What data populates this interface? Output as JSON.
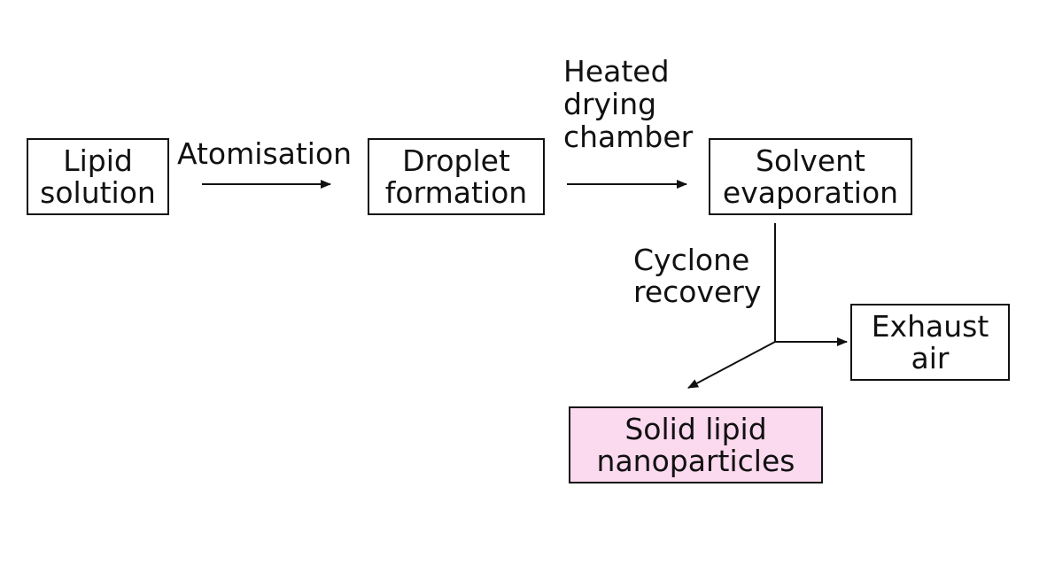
{
  "diagram": {
    "nodes": {
      "lipid_solution": [
        "Lipid",
        "solution"
      ],
      "droplet_formation": [
        "Droplet",
        "formation"
      ],
      "solvent_evaporation": [
        "Solvent",
        "evaporation"
      ],
      "exhaust_air": [
        "Exhaust",
        "air"
      ],
      "solid_lipid_nanoparticles": [
        "Solid lipid",
        "nanoparticles"
      ]
    },
    "edge_labels": {
      "atomisation": "Atomisation",
      "heated_drying_chamber": [
        "Heated",
        "drying",
        "chamber"
      ],
      "cyclone_recovery": [
        "Cyclone",
        "recovery"
      ]
    },
    "colors": {
      "highlight_fill": "#fbd9ee",
      "line": "#111111"
    }
  }
}
